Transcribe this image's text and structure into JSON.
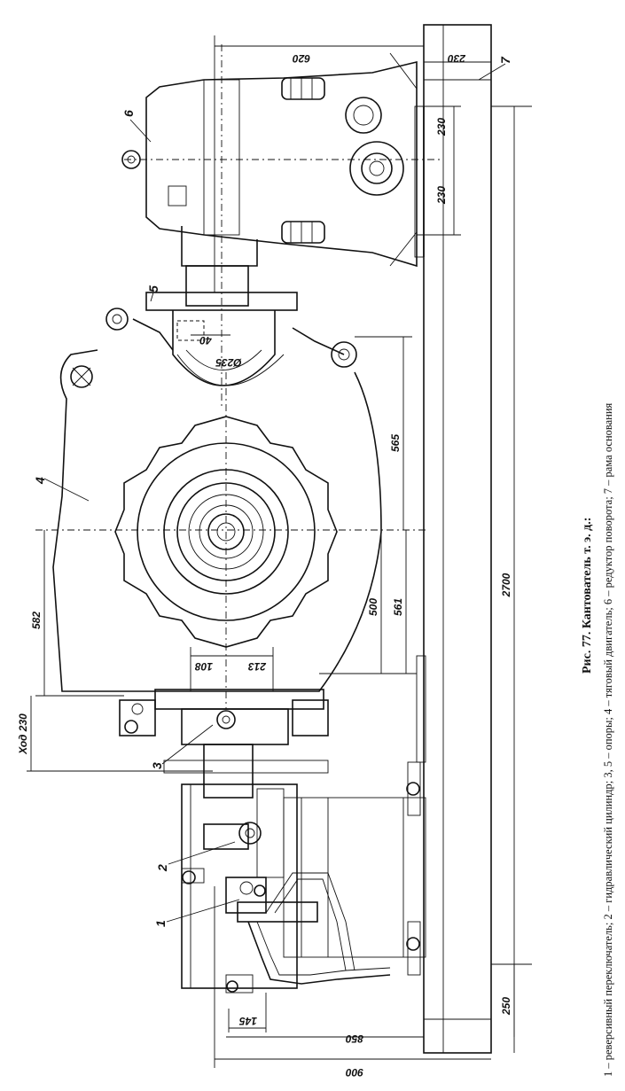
{
  "caption": {
    "title": "Рис. 77. Кантователь т. э. д.:",
    "legend": "1 – реверсивный переключатель; 2 – гидравлический цилиндр; 3, 5 – опоры; 4 – тяговый двигатель; 6 – редуктор поворота; 7 – рама основания"
  },
  "callouts": [
    "1",
    "2",
    "3",
    "4",
    "5",
    "6",
    "7"
  ],
  "dimensions": {
    "d620": "620",
    "d230a": "230",
    "d230b": "230",
    "d230c": "230",
    "d40": "40",
    "d235": "Ø235",
    "d565": "565",
    "d2700": "2700",
    "d500": "500",
    "d561": "561",
    "d582": "582",
    "d108": "108",
    "d213": "213",
    "hod230": "Ход 230",
    "d145": "145",
    "d850": "850",
    "d900": "900",
    "d250": "250"
  }
}
